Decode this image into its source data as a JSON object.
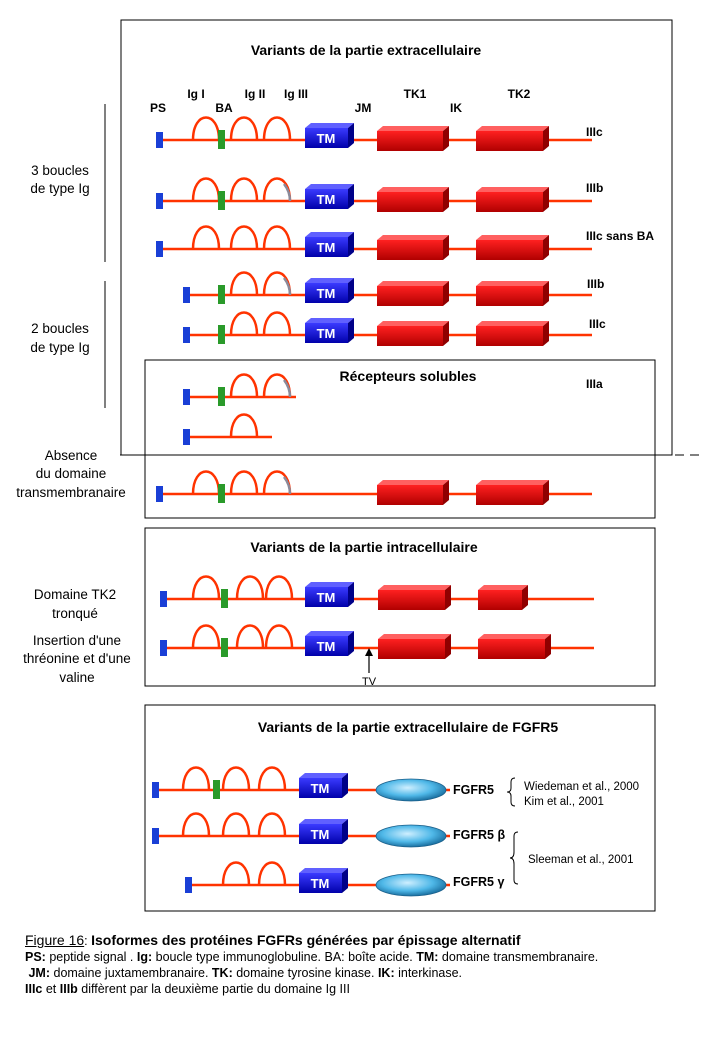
{
  "sections": {
    "extracellular": {
      "title": "Variants de la partie extracellulaire"
    },
    "soluble": {
      "title": "Récepteurs solubles"
    },
    "intracellular": {
      "title": "Variants de la partie intracellulaire"
    },
    "fgfr5": {
      "title": "Variants de la partie extracellulaire de FGFR5"
    }
  },
  "domain_headers": {
    "ps": "PS",
    "ig1": "Ig I",
    "ba": "BA",
    "ig2": "Ig II",
    "ig3": "Ig III",
    "jm": "JM",
    "tk1": "TK1",
    "ik": "IK",
    "tk2": "TK2"
  },
  "side_labels": {
    "three_loops": [
      "3 boucles",
      "de type Ig"
    ],
    "two_loops": [
      "2 boucles",
      "de type Ig"
    ],
    "no_tm": [
      "Absence",
      "du domaine",
      "transmembranaire"
    ],
    "tk2_truncated": [
      "Domaine TK2",
      "tronqué"
    ],
    "insertion": [
      "Insertion d'une",
      "thréonine et d'une",
      "valine"
    ]
  },
  "variant_labels": {
    "r1": "IIIc",
    "r2": "IIIb",
    "r3": "IIIc sans BA",
    "r4": "IIIb",
    "r5": "IIIc",
    "r6": "IIIa"
  },
  "tm_label": "TM",
  "tv_label": "TV",
  "fgfr5_labels": {
    "f1": "FGFR5",
    "f2": "FGFR5 β",
    "f3": "FGFR5 γ"
  },
  "references": {
    "wiedeman": "Wiedeman et al., 2000",
    "kim": "Kim et al., 2001",
    "sleeman": "Sleeman et al., 2001"
  },
  "caption": {
    "fig_label": "Figure 16",
    "fig_sep": ": ",
    "title": "Isoformes des protéines FGFRs générées par épissage alternatif",
    "ps_abbr": "PS:",
    "ps_text": " peptide signal . ",
    "ig_abbr": "Ig:",
    "ig_text": " boucle type immunoglobuline. BA: boîte acide. ",
    "tm_abbr": "TM:",
    "tm_text": " domaine transmembranaire.",
    "jm_abbr": "JM:",
    "jm_text": " domaine juxtamembranaire. ",
    "tk_abbr": "TK:",
    "tk_text": " domaine tyrosine kinase. ",
    "ik_abbr": "IK:",
    "ik_text": " interkinase.",
    "l3_a": "IIIc",
    "l3_b": " et ",
    "l3_c": "IIIb",
    "l3_d": " diffèrent par la deuxième partie du domaine Ig III"
  },
  "colors": {
    "line": "#ff3300",
    "signal": "#1a3fd6",
    "acid_box": "#2a9a2a",
    "tm": "#1a1ae0",
    "kinase": "#e60000",
    "ellipse": "#4fb8e8"
  }
}
